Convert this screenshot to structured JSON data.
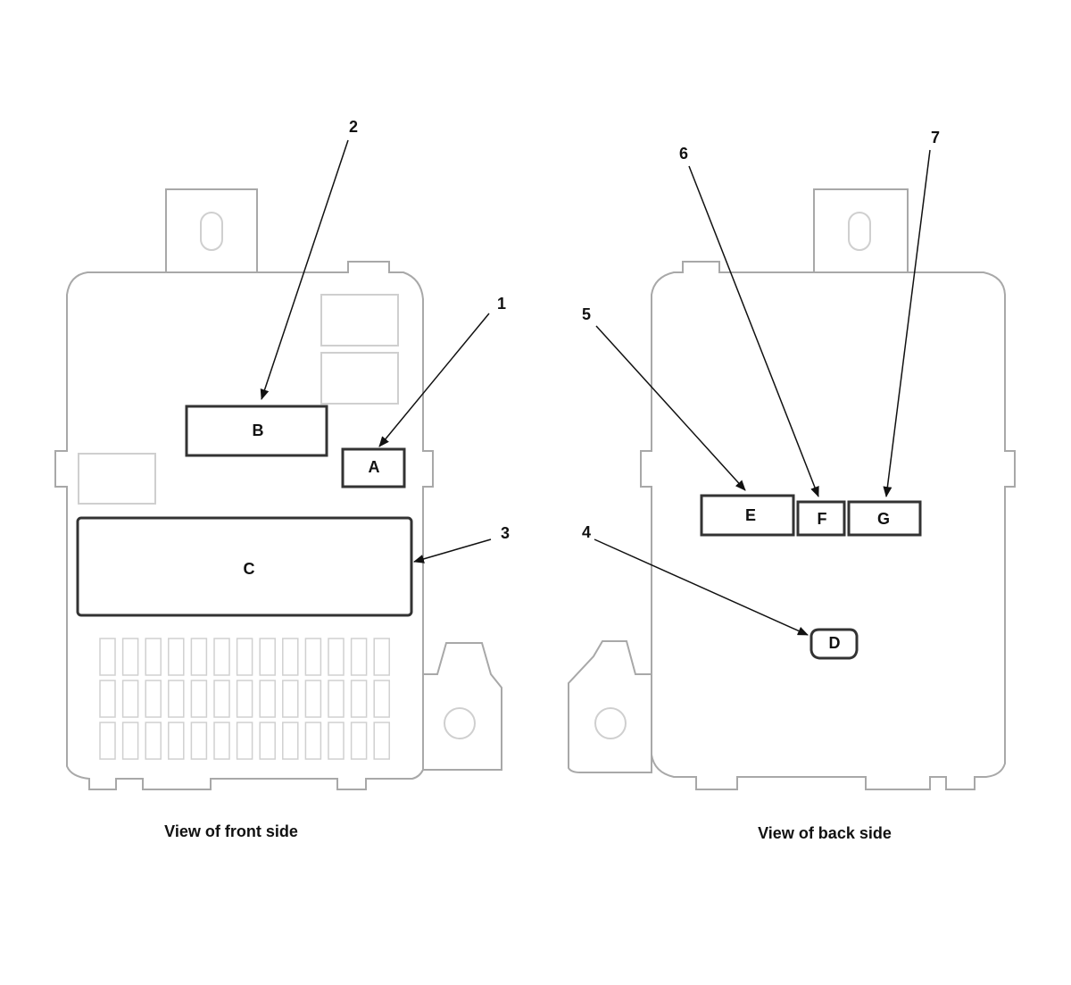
{
  "front_view": {
    "caption": "View of front side",
    "connectors": {
      "A": "A",
      "B": "B",
      "C": "C"
    },
    "callouts": {
      "c1": "1",
      "c2": "2",
      "c3": "3"
    }
  },
  "back_view": {
    "caption": "View of back side",
    "connectors": {
      "D": "D",
      "E": "E",
      "F": "F",
      "G": "G"
    },
    "callouts": {
      "c4": "4",
      "c5": "5",
      "c6": "6",
      "c7": "7"
    }
  }
}
